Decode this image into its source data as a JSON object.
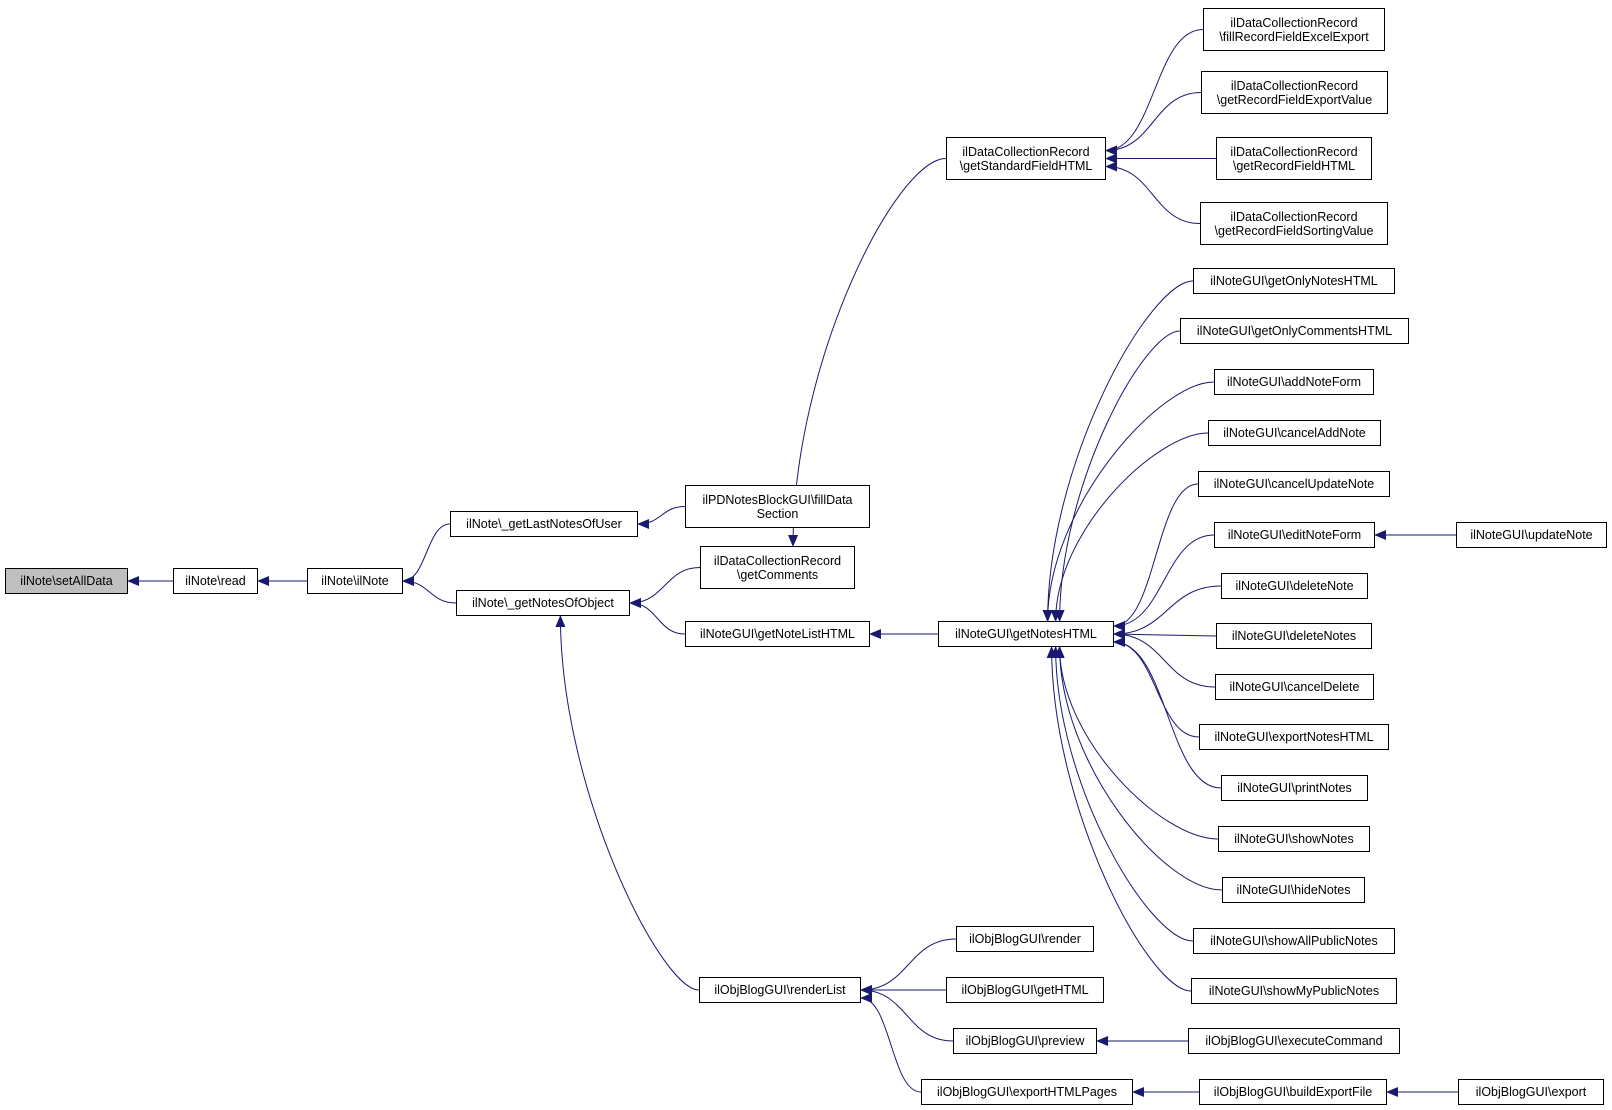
{
  "colors": {
    "edge": "#191970",
    "border": "#000000",
    "fill": "#ffffff",
    "root_fill": "#bfbfbf"
  },
  "nodes": [
    {
      "id": "setAllData",
      "label": "ilNote\\setAllData",
      "root": true
    },
    {
      "id": "read",
      "label": "ilNote\\read"
    },
    {
      "id": "ilNote",
      "label": "ilNote\\ilNote"
    },
    {
      "id": "getLastNotesOfUser",
      "label": "ilNote\\_getLastNotesOfUser"
    },
    {
      "id": "getNotesOfObject",
      "label": "ilNote\\_getNotesOfObject"
    },
    {
      "id": "fillDataSection",
      "label": "ilPDNotesBlockGUI\\fillData\nSection"
    },
    {
      "id": "getComments",
      "label": "ilDataCollectionRecord\n\\getComments"
    },
    {
      "id": "getNoteListHTML",
      "label": "ilNoteGUI\\getNoteListHTML"
    },
    {
      "id": "renderList",
      "label": "ilObjBlogGUI\\renderList"
    },
    {
      "id": "getStandardFieldHTML",
      "label": "ilDataCollectionRecord\n\\getStandardFieldHTML"
    },
    {
      "id": "getNotesHTML",
      "label": "ilNoteGUI\\getNotesHTML"
    },
    {
      "id": "blogRender",
      "label": "ilObjBlogGUI\\render"
    },
    {
      "id": "blogGetHTML",
      "label": "ilObjBlogGUI\\getHTML"
    },
    {
      "id": "blogPreview",
      "label": "ilObjBlogGUI\\preview"
    },
    {
      "id": "exportHTMLPages",
      "label": "ilObjBlogGUI\\exportHTMLPages"
    },
    {
      "id": "fillRecordFieldExcelExport",
      "label": "ilDataCollectionRecord\n\\fillRecordFieldExcelExport"
    },
    {
      "id": "getRecordFieldExportValue",
      "label": "ilDataCollectionRecord\n\\getRecordFieldExportValue"
    },
    {
      "id": "getRecordFieldHTML",
      "label": "ilDataCollectionRecord\n\\getRecordFieldHTML"
    },
    {
      "id": "getRecordFieldSortingValue",
      "label": "ilDataCollectionRecord\n\\getRecordFieldSortingValue"
    },
    {
      "id": "getOnlyNotesHTML",
      "label": "ilNoteGUI\\getOnlyNotesHTML"
    },
    {
      "id": "getOnlyCommentsHTML",
      "label": "ilNoteGUI\\getOnlyCommentsHTML"
    },
    {
      "id": "addNoteForm",
      "label": "ilNoteGUI\\addNoteForm"
    },
    {
      "id": "cancelAddNote",
      "label": "ilNoteGUI\\cancelAddNote"
    },
    {
      "id": "cancelUpdateNote",
      "label": "ilNoteGUI\\cancelUpdateNote"
    },
    {
      "id": "editNoteForm",
      "label": "ilNoteGUI\\editNoteForm"
    },
    {
      "id": "deleteNote",
      "label": "ilNoteGUI\\deleteNote"
    },
    {
      "id": "deleteNotes",
      "label": "ilNoteGUI\\deleteNotes"
    },
    {
      "id": "cancelDelete",
      "label": "ilNoteGUI\\cancelDelete"
    },
    {
      "id": "exportNotesHTML",
      "label": "ilNoteGUI\\exportNotesHTML"
    },
    {
      "id": "printNotes",
      "label": "ilNoteGUI\\printNotes"
    },
    {
      "id": "showNotes",
      "label": "ilNoteGUI\\showNotes"
    },
    {
      "id": "hideNotes",
      "label": "ilNoteGUI\\hideNotes"
    },
    {
      "id": "showAllPublicNotes",
      "label": "ilNoteGUI\\showAllPublicNotes"
    },
    {
      "id": "showMyPublicNotes",
      "label": "ilNoteGUI\\showMyPublicNotes"
    },
    {
      "id": "updateNote",
      "label": "ilNoteGUI\\updateNote"
    },
    {
      "id": "executeCommand",
      "label": "ilObjBlogGUI\\executeCommand"
    },
    {
      "id": "buildExportFile",
      "label": "ilObjBlogGUI\\buildExportFile"
    },
    {
      "id": "blogExport",
      "label": "ilObjBlogGUI\\export"
    }
  ],
  "edges": [
    {
      "from": "read",
      "to": "setAllData"
    },
    {
      "from": "ilNote",
      "to": "read"
    },
    {
      "from": "getLastNotesOfUser",
      "to": "ilNote"
    },
    {
      "from": "getNotesOfObject",
      "to": "ilNote"
    },
    {
      "from": "fillDataSection",
      "to": "getLastNotesOfUser"
    },
    {
      "from": "getComments",
      "to": "getNotesOfObject"
    },
    {
      "from": "getNoteListHTML",
      "to": "getNotesOfObject"
    },
    {
      "from": "renderList",
      "to": "getNotesOfObject"
    },
    {
      "from": "getStandardFieldHTML",
      "to": "getComments"
    },
    {
      "from": "getNotesHTML",
      "to": "getNoteListHTML"
    },
    {
      "from": "blogRender",
      "to": "renderList"
    },
    {
      "from": "blogGetHTML",
      "to": "renderList"
    },
    {
      "from": "blogPreview",
      "to": "renderList"
    },
    {
      "from": "exportHTMLPages",
      "to": "renderList"
    },
    {
      "from": "fillRecordFieldExcelExport",
      "to": "getStandardFieldHTML"
    },
    {
      "from": "getRecordFieldExportValue",
      "to": "getStandardFieldHTML"
    },
    {
      "from": "getRecordFieldHTML",
      "to": "getStandardFieldHTML"
    },
    {
      "from": "getRecordFieldSortingValue",
      "to": "getStandardFieldHTML"
    },
    {
      "from": "getOnlyNotesHTML",
      "to": "getNotesHTML"
    },
    {
      "from": "getOnlyCommentsHTML",
      "to": "getNotesHTML"
    },
    {
      "from": "addNoteForm",
      "to": "getNotesHTML"
    },
    {
      "from": "cancelAddNote",
      "to": "getNotesHTML"
    },
    {
      "from": "cancelUpdateNote",
      "to": "getNotesHTML"
    },
    {
      "from": "editNoteForm",
      "to": "getNotesHTML"
    },
    {
      "from": "deleteNote",
      "to": "getNotesHTML"
    },
    {
      "from": "deleteNotes",
      "to": "getNotesHTML"
    },
    {
      "from": "cancelDelete",
      "to": "getNotesHTML"
    },
    {
      "from": "exportNotesHTML",
      "to": "getNotesHTML"
    },
    {
      "from": "printNotes",
      "to": "getNotesHTML"
    },
    {
      "from": "showNotes",
      "to": "getNotesHTML"
    },
    {
      "from": "hideNotes",
      "to": "getNotesHTML"
    },
    {
      "from": "showAllPublicNotes",
      "to": "getNotesHTML"
    },
    {
      "from": "showMyPublicNotes",
      "to": "getNotesHTML"
    },
    {
      "from": "updateNote",
      "to": "editNoteForm"
    },
    {
      "from": "executeCommand",
      "to": "blogPreview"
    },
    {
      "from": "buildExportFile",
      "to": "exportHTMLPages"
    },
    {
      "from": "blogExport",
      "to": "buildExportFile"
    }
  ]
}
